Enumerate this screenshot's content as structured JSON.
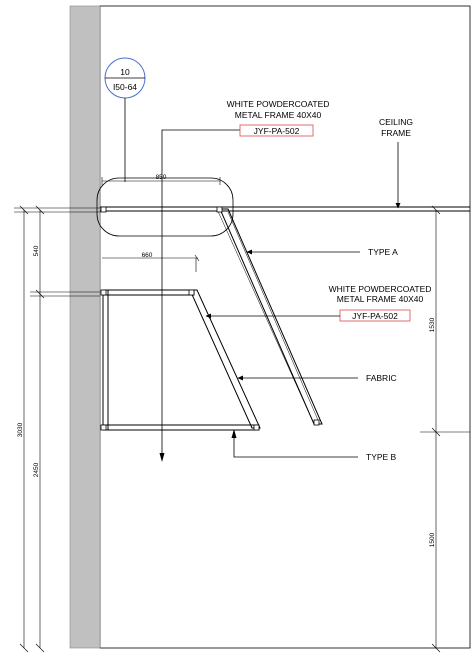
{
  "callout_bubble": {
    "number": "10",
    "sheet": "I50-64"
  },
  "labels": {
    "frame_top_line1": "WHITE POWDERCOATED",
    "frame_top_line2": "METAL FRAME 40X40",
    "frame_top_code": "JYF-PA-502",
    "ceiling_line1": "CEILING",
    "ceiling_line2": "FRAME",
    "type_a": "TYPE A",
    "frame_mid_line1": "WHITE POWDERCOATED",
    "frame_mid_line2": "METAL FRAME 40X40",
    "frame_mid_code": "JYF-PA-502",
    "fabric": "FABRIC",
    "type_b": "TYPE B"
  },
  "dimensions": {
    "width_top": "850",
    "width_mid": "660",
    "left_540": "540",
    "left_total": "3030",
    "left_2450": "2450",
    "right_1530": "1530",
    "right_1500": "1500"
  },
  "colors": {
    "wall": "#c0c0c0",
    "line": "#000000",
    "code_box_border": "#e06060",
    "bubble_border": "#4a6fd0"
  }
}
